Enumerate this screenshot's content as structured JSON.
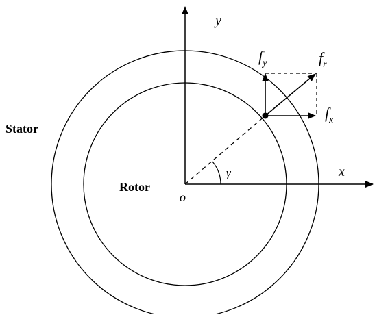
{
  "diagram": {
    "labels": {
      "stator": "Stator",
      "rotor": "Rotor",
      "origin": "o",
      "x_axis": "x",
      "y_axis": "y",
      "angle": "γ",
      "fy_base": "f",
      "fy_sub": "y",
      "fr_base": "f",
      "fr_sub": "r",
      "fx_base": "f",
      "fx_sub": "x"
    },
    "colors": {
      "stroke": "#000000",
      "background": "#ffffff"
    }
  }
}
